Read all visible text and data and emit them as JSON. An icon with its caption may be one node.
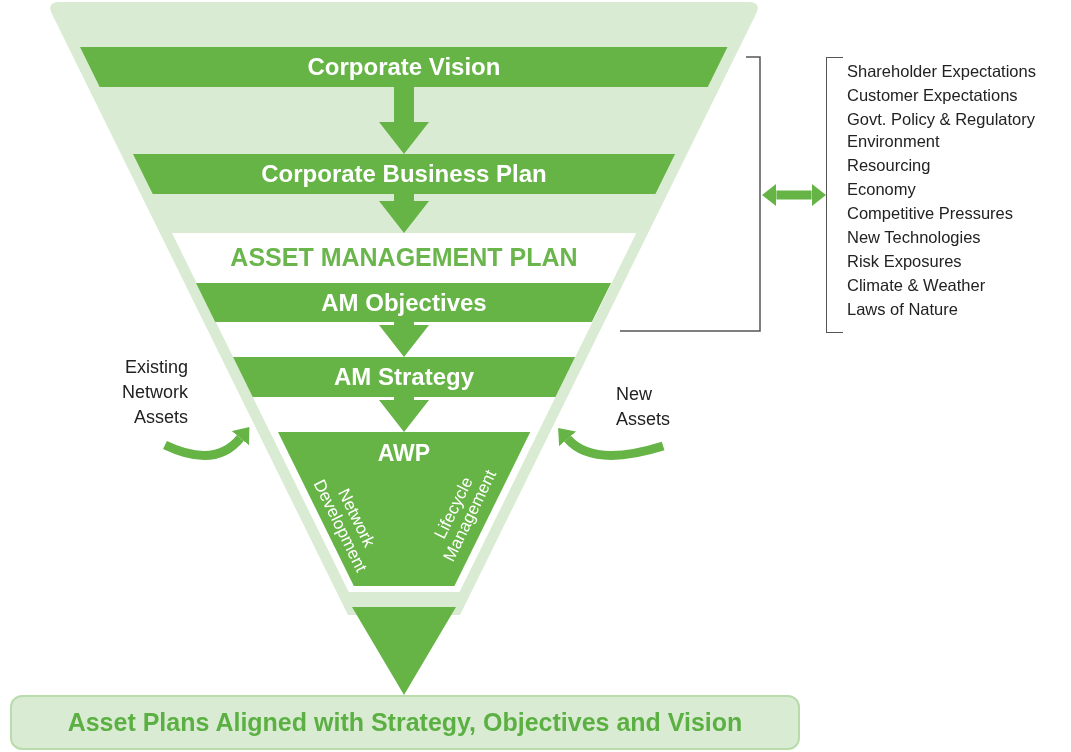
{
  "diagram": {
    "nodes": [
      {
        "text": [],
        "shape": "triangle"
      },
      {
        "text": [
          "Corporate Vision"
        ],
        "in": 0
      },
      {
        "text": [
          "Corporate Business Plan"
        ],
        "in": 0
      },
      {
        "text": [
          "ASSET MANAGEMENT PLAN"
        ],
        "in": 0
      },
      {
        "text": [
          "AM Objectives"
        ],
        "in": 3
      },
      {
        "text": [
          "AM Strategy"
        ],
        "in": 3
      },
      {
        "text": [
          "AWP",
          "Network Development",
          "Lifecycle Management"
        ],
        "in": 3
      },
      {
        "text": [],
        "shape": "triangle"
      },
      {
        "text": [
          "Asset Plans Aligned with Strategy, Objectives and Vision"
        ]
      },
      {
        "text": [],
        "shape": "bracket"
      },
      {
        "text": [
          "Shareholder Expectations",
          "Customer Expectations",
          "Govt. Policy & Regulatory Environment",
          "Resourcing",
          "Economy",
          "Competitive Pressures",
          "New Technologies",
          "Risk Exposures",
          "Climate & Weather",
          "Laws of Nature"
        ]
      },
      {
        "text": [
          "Existing Network Assets"
        ]
      },
      {
        "text": [
          "New Assets"
        ]
      }
    ],
    "edges": [
      {
        "from": 1,
        "to": 2,
        "arrow": "to"
      },
      {
        "from": 2,
        "to": 3,
        "arrow": "to"
      },
      {
        "from": 4,
        "to": 5,
        "arrow": "to"
      },
      {
        "from": 5,
        "to": 6,
        "arrow": "to"
      },
      {
        "from": 9,
        "to": 10,
        "arrow": "both"
      },
      {
        "from": 11,
        "to": 0,
        "arrow": "to"
      },
      {
        "from": 12,
        "to": 0,
        "arrow": "to"
      }
    ]
  }
}
